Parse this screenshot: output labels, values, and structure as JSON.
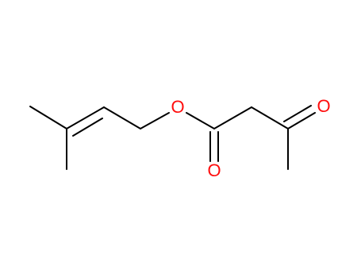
{
  "molecule": {
    "atoms": [
      {
        "id": "o-ester",
        "label": "O",
        "color": "#ff0d0d"
      },
      {
        "id": "o-carbonyl-ester",
        "label": "O",
        "color": "#ff0d0d"
      },
      {
        "id": "o-ketone",
        "label": "O",
        "color": "#ff0d0d"
      }
    ],
    "bond_color": "#000000"
  }
}
